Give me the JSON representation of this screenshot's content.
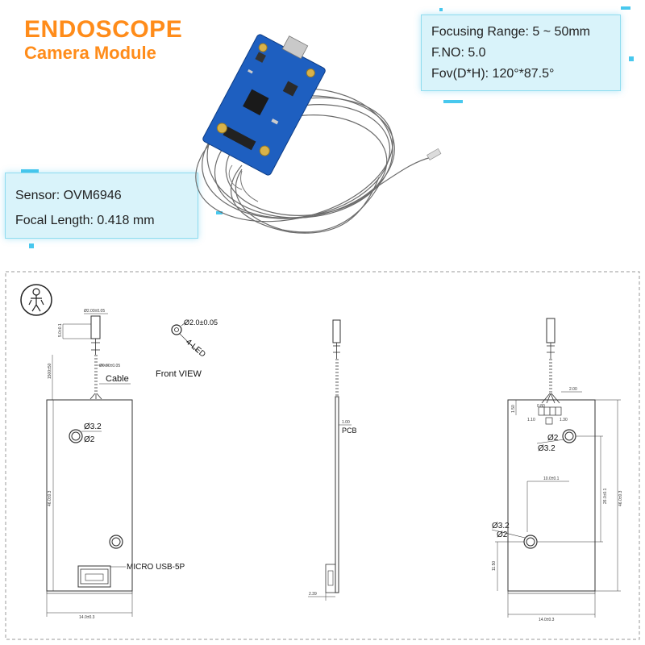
{
  "title": {
    "line1": "ENDOSCOPE",
    "line2": "Camera Module"
  },
  "specs_top": [
    "Focusing Range: 5 ~ 50mm",
    "F.NO: 5.0",
    "Fov(D*H): 120°*87.5°"
  ],
  "specs_left": [
    "Sensor: OVM6946",
    "Focal Length: 0.418 mm"
  ],
  "drawing": {
    "cable_label": "Cable",
    "front_view_label": "Front VIEW",
    "led_label": "4-LED",
    "led_dia": "Ø2.0±0.05",
    "pcb_label": "PCB",
    "usb_label": "MICRO USB-5P",
    "hole_outer_left": "Ø3.2",
    "hole_inner_left": "Ø2",
    "hole_inner_right_top": "Ø2",
    "hole_outer_right_top": "Ø3.2",
    "hole_outer_right_bot": "Ø3.2",
    "hole_inner_right_bot": "Ø2",
    "dims": {
      "width_left": "14.0±0.3",
      "width_right": "14.0±0.3",
      "height_left": "46.0±0.3",
      "height_right": "46.0±0.3",
      "hole_spacing": "26.0±0.1",
      "cable_len": "1500±50",
      "head_dia": "Ø2.00±0.05",
      "wire_dia": "Ø0.80±0.05",
      "head_len": "5.0±0.1",
      "pcb_thk": "1.00",
      "side_bot": "2.39",
      "pin_pitch": "2.00",
      "hole_off": "10.0±0.1",
      "bottom_off": "11.50",
      "small_a": "0.80",
      "small_b": "1.10",
      "small_c": "1.50",
      "small_d": "1.30"
    }
  },
  "colors": {
    "title": "#ff8c1a",
    "panel_bg": "#d9f3fa",
    "panel_border": "#8fdcef",
    "pcb": "#1e5fc0"
  }
}
